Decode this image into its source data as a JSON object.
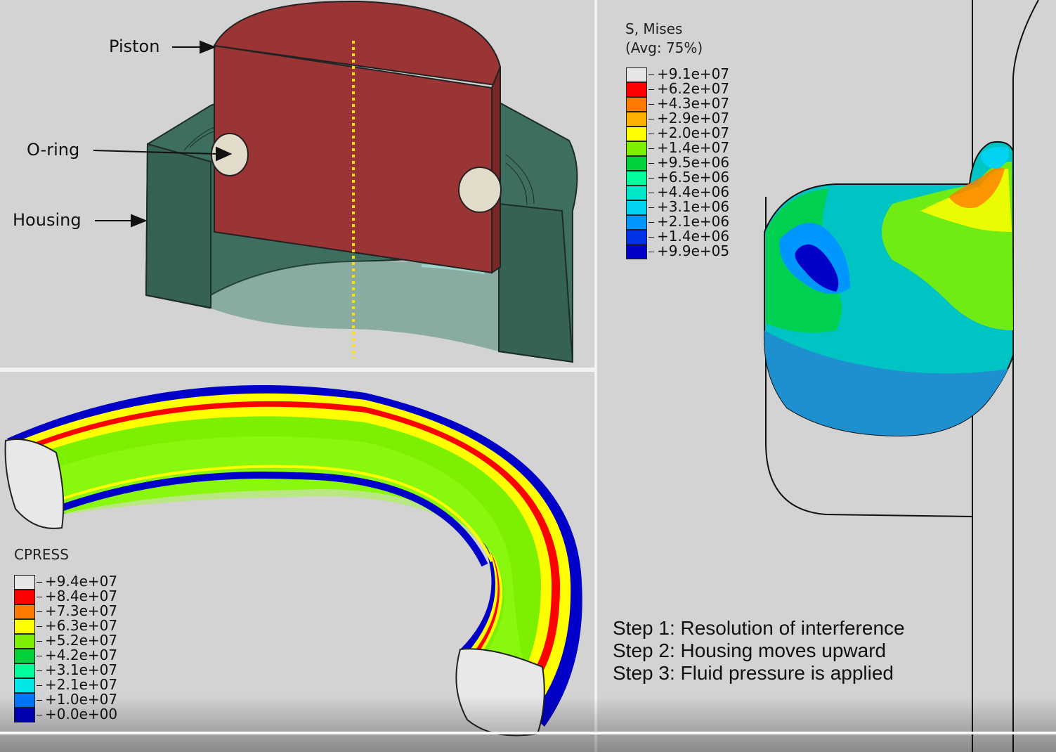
{
  "top_left": {
    "labels": {
      "piston": "Piston",
      "oring": "O-ring",
      "housing": "Housing"
    }
  },
  "bottom_left": {
    "legend": {
      "title": "CPRESS",
      "entries": [
        {
          "label": "+9.4e+07",
          "color": "#e6e6e6"
        },
        {
          "label": "+8.4e+07",
          "color": "#ff0000"
        },
        {
          "label": "+7.3e+07",
          "color": "#ff7a00"
        },
        {
          "label": "+6.3e+07",
          "color": "#ffff00"
        },
        {
          "label": "+5.2e+07",
          "color": "#7cf000"
        },
        {
          "label": "+4.2e+07",
          "color": "#00d23c"
        },
        {
          "label": "+3.1e+07",
          "color": "#00ff9a"
        },
        {
          "label": "+2.1e+07",
          "color": "#00e6e6"
        },
        {
          "label": "+1.0e+07",
          "color": "#0078ff"
        },
        {
          "label": "+0.0e+00",
          "color": "#0000c8"
        }
      ]
    }
  },
  "right": {
    "legend": {
      "title_line1": "S, Mises",
      "title_line2": "(Avg: 75%)",
      "entries": [
        {
          "label": "+9.1e+07",
          "color": "#e6e6e6"
        },
        {
          "label": "+6.2e+07",
          "color": "#ff0000"
        },
        {
          "label": "+4.3e+07",
          "color": "#ff7a00"
        },
        {
          "label": "+2.9e+07",
          "color": "#ffb000"
        },
        {
          "label": "+2.0e+07",
          "color": "#ffff00"
        },
        {
          "label": "+1.4e+07",
          "color": "#7cf000"
        },
        {
          "label": "+9.5e+06",
          "color": "#00d23c"
        },
        {
          "label": "+6.5e+06",
          "color": "#00ff9a"
        },
        {
          "label": "+4.4e+06",
          "color": "#00e6c8"
        },
        {
          "label": "+3.1e+06",
          "color": "#00d2f0"
        },
        {
          "label": "+2.1e+06",
          "color": "#0096ff"
        },
        {
          "label": "+1.4e+06",
          "color": "#0032e6"
        },
        {
          "label": "+9.9e+05",
          "color": "#0000c8"
        }
      ]
    },
    "steps": [
      "Step 1: Resolution of interference",
      "Step 2: Housing moves upward",
      "Step 3: Fluid pressure is applied"
    ]
  },
  "colors": {
    "piston": "#9b3434",
    "housing": "#3e6e60",
    "oring": "#e4dccb",
    "axis": "#ffe100",
    "background": "#d3d3d3"
  }
}
